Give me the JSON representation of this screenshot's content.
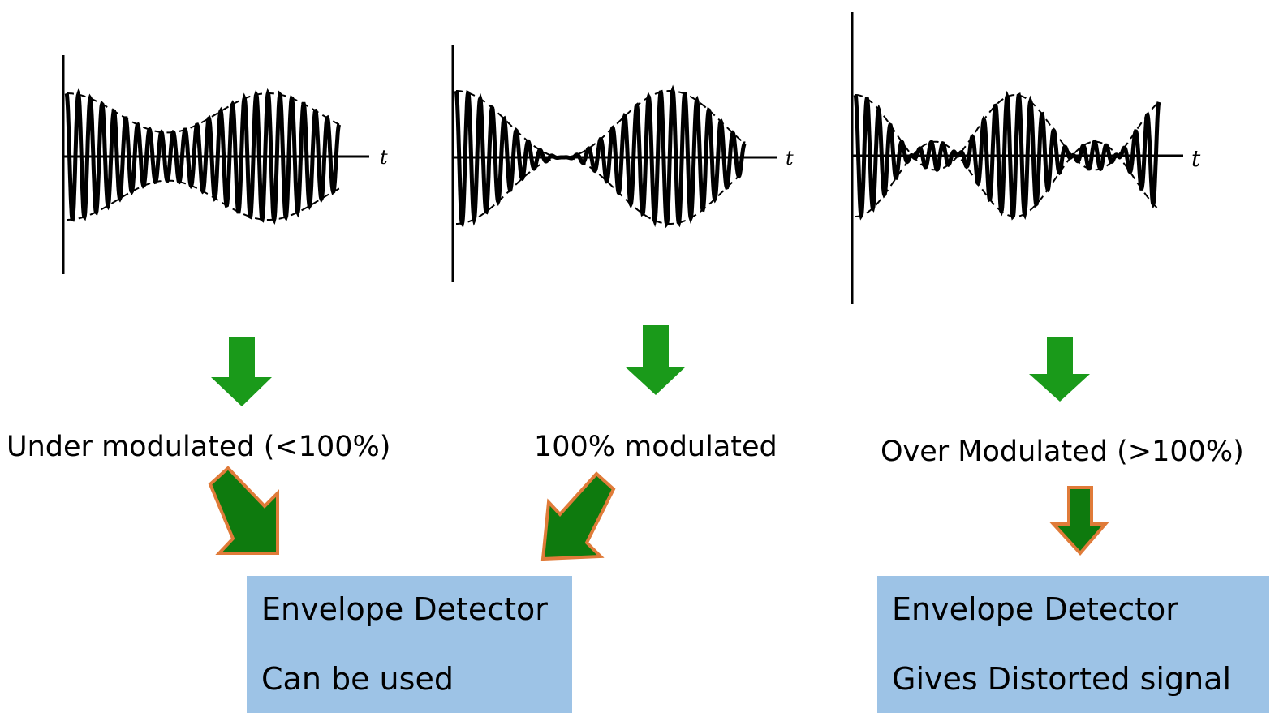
{
  "panels": [
    {
      "id": "under",
      "axis_label": "t",
      "caption": "Under modulated (<100%)",
      "modulation_index": 0.45
    },
    {
      "id": "full",
      "axis_label": "t",
      "caption": "100% modulated",
      "modulation_index": 1.0
    },
    {
      "id": "over",
      "axis_label": "t",
      "caption": "Over Modulated (>100%)",
      "modulation_index": 1.6
    }
  ],
  "results": {
    "usable": {
      "line1": "Envelope Detector",
      "line2": "Can be used"
    },
    "distorted": {
      "line1": "Envelope Detector",
      "line2": "Gives Distorted signal"
    }
  },
  "colors": {
    "arrow_green": "#1a9a1a",
    "arrow_dark_green": "#0e7a0e",
    "arrow_outline": "#e07b39",
    "box_fill": "#9dc3e6",
    "waveform": "#000000"
  }
}
